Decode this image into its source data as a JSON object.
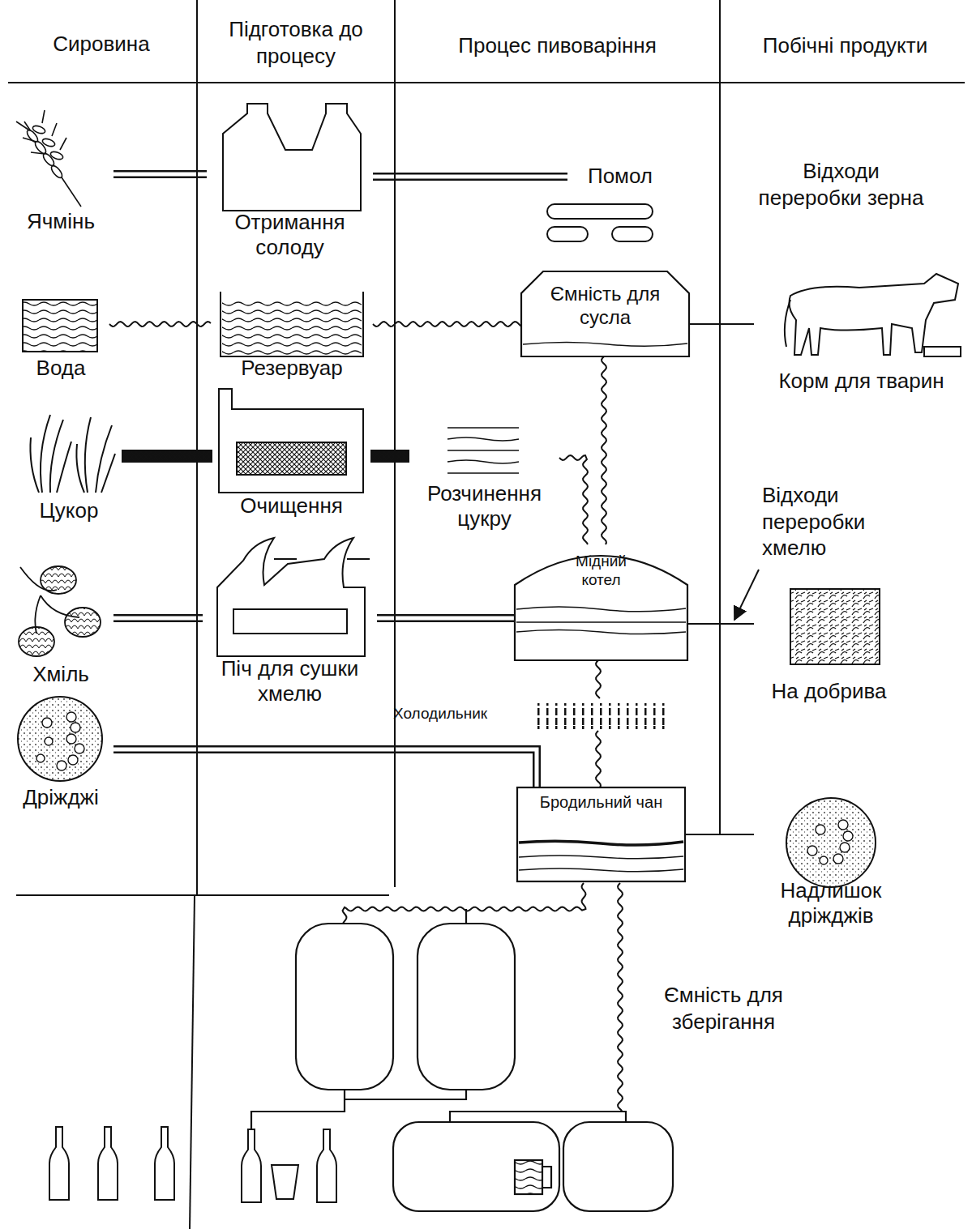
{
  "diagram": {
    "nodes": [
      {
        "text": [
          "Ячмінь"
        ]
      },
      {
        "text": [
          "Отримання солоду"
        ]
      },
      {
        "text": [
          "Помол"
        ]
      },
      {
        "text": [
          "Вода"
        ]
      },
      {
        "text": [
          "Резервуар"
        ]
      },
      {
        "text": [
          "Ємність для сусла"
        ]
      },
      {
        "text": [
          "Корм для тварин"
        ]
      },
      {
        "text": [
          "Цукор"
        ]
      },
      {
        "text": [
          "Очищення"
        ]
      },
      {
        "text": [
          "Розчинення цукру"
        ]
      },
      {
        "text": [
          "Хміль"
        ]
      },
      {
        "text": [
          "Піч для сушки хмелю"
        ]
      },
      {
        "text": [
          "Мідний котел"
        ]
      },
      {
        "text": [
          "На добрива"
        ]
      },
      {
        "text": [
          "Дріжджі"
        ]
      },
      {
        "text": [
          "Холодильник"
        ]
      },
      {
        "text": [
          "Бродильний чан"
        ]
      },
      {
        "text": [
          "Надлишок дріжджів"
        ]
      }
    ],
    "edges": [
      {
        "from": 0,
        "to": 1,
        "arrow": "none"
      },
      {
        "from": 1,
        "to": 2,
        "arrow": "none"
      },
      {
        "from": 3,
        "to": 4,
        "arrow": "none"
      },
      {
        "from": 4,
        "to": 5,
        "arrow": "none"
      },
      {
        "from": 5,
        "to": 6,
        "arrow": "none"
      },
      {
        "from": 5,
        "to": 12,
        "arrow": "none"
      },
      {
        "from": 7,
        "to": 8,
        "arrow": "none"
      },
      {
        "from": 8,
        "to": 9,
        "arrow": "none"
      },
      {
        "from": 9,
        "to": 12,
        "arrow": "none"
      },
      {
        "from": 10,
        "to": 11,
        "arrow": "none"
      },
      {
        "from": 11,
        "to": 12,
        "arrow": "none"
      },
      {
        "from": 12,
        "to": 13,
        "arrow": "none"
      },
      {
        "from": 12,
        "to": 15,
        "arrow": "none"
      },
      {
        "from": 15,
        "to": 16,
        "arrow": "none"
      },
      {
        "from": 14,
        "to": 16,
        "arrow": "none"
      },
      {
        "from": 16,
        "to": 17,
        "arrow": "none"
      }
    ],
    "labels": [
      "Сировина",
      "Підготовка до процесу",
      "Процес пивоваріння",
      "Побічні продукти",
      "Відходи переробки зерна",
      "Відходи переробки хмелю",
      "Ємність для зберігання"
    ]
  }
}
